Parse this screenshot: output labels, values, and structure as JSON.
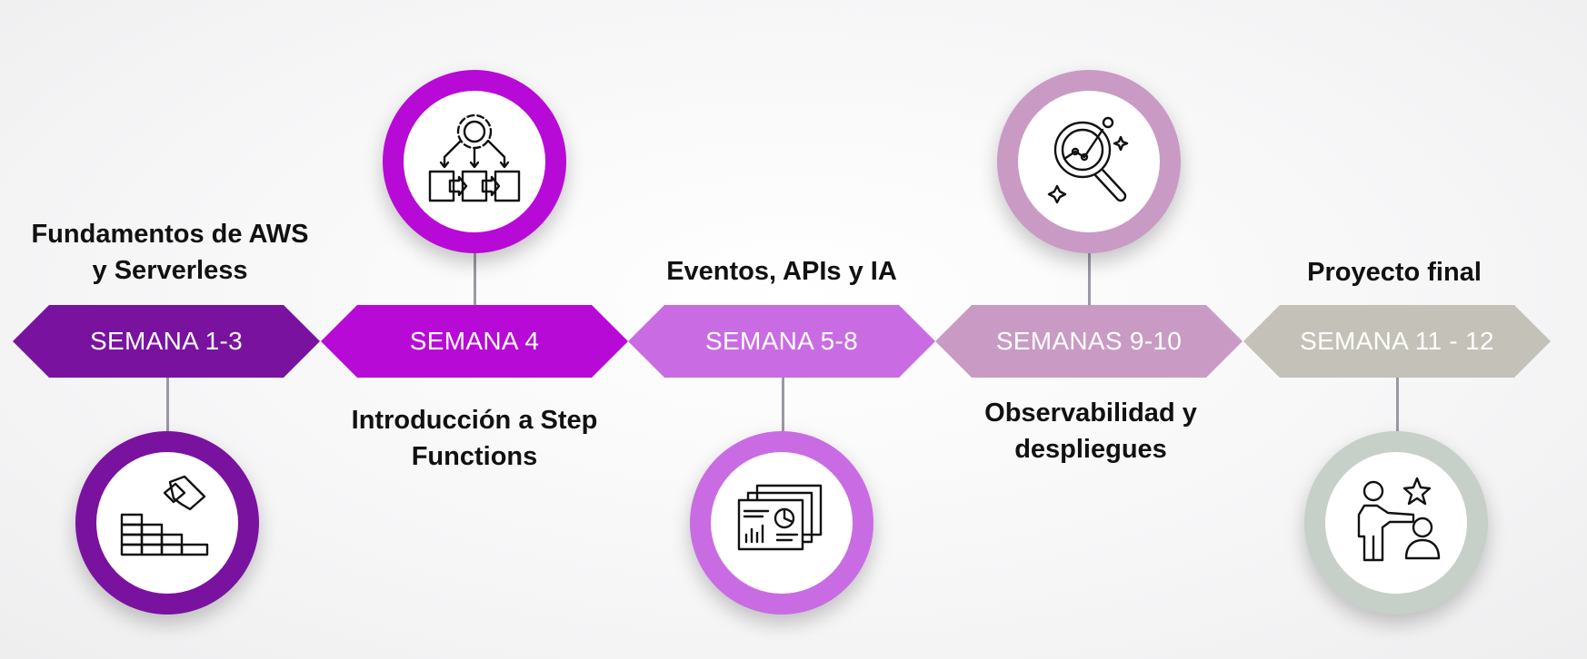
{
  "colors": {
    "stage1": "#7a12a0",
    "stage2": "#b80ad6",
    "stage3": "#c96ce3",
    "stage4": "#c99bc4",
    "stage5": "#c4c1b8",
    "ring5": "#c7cfc9",
    "connector": "#9a98a6"
  },
  "stages": [
    {
      "chevron": "SEMANA 1-3",
      "title": "Fundamentos de AWS y Serverless",
      "icon": "stairs-puzzle-icon"
    },
    {
      "chevron": "SEMANA 4",
      "title": "Introducción a Step Functions",
      "icon": "workflow-gear-icon"
    },
    {
      "chevron": "SEMANA 5-8",
      "title": "Eventos, APIs y IA",
      "icon": "presentation-chart-icon"
    },
    {
      "chevron": "SEMANAS 9-10",
      "title": "Observabilidad y despliegues",
      "icon": "analytics-magnifier-icon"
    },
    {
      "chevron": "SEMANA 11 - 12",
      "title": "Proyecto final",
      "icon": "mentor-star-icon"
    }
  ]
}
